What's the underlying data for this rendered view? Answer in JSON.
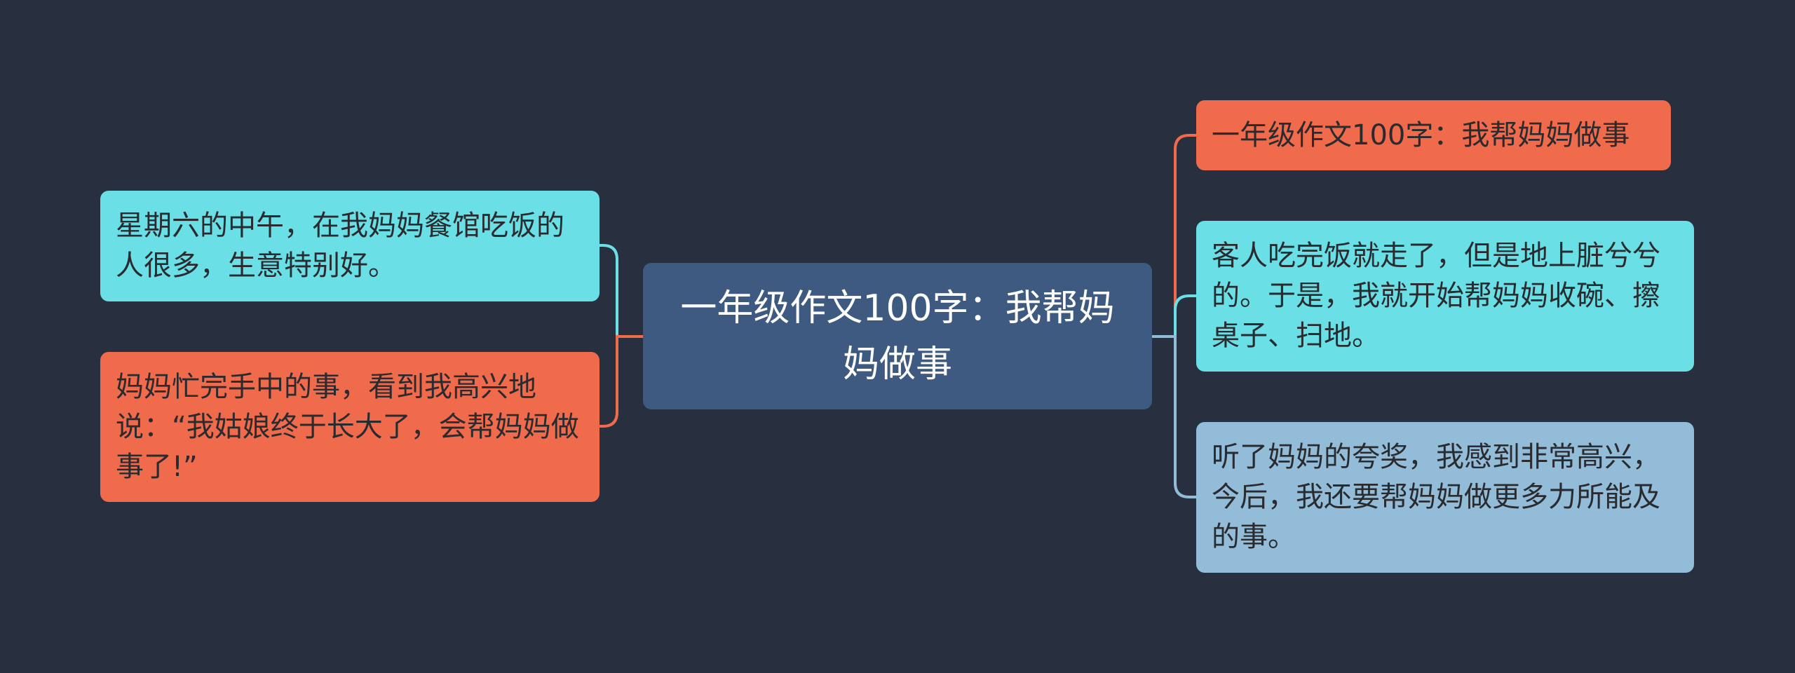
{
  "colors": {
    "background": "#283040",
    "center": "#3e5a80",
    "orange": "#f06a4c",
    "cyan": "#6adfe6",
    "light_blue": "#93bcd8"
  },
  "mindmap": {
    "center": {
      "text": "一年级作文100字：我帮妈妈做事"
    },
    "left": [
      {
        "text": "星期六的中午，在我妈妈餐馆吃饭的人很多，生意特别好。",
        "color": "cyan"
      },
      {
        "text": "妈妈忙完手中的事，看到我高兴地说：“我姑娘终于长大了，会帮妈妈做事了!”",
        "color": "orange"
      }
    ],
    "right": [
      {
        "text": "一年级作文100字：我帮妈妈做事",
        "color": "orange"
      },
      {
        "text": "客人吃完饭就走了，但是地上脏兮兮的。于是，我就开始帮妈妈收碗、擦桌子、扫地。",
        "color": "cyan"
      },
      {
        "text": "听了妈妈的夸奖，我感到非常高兴，今后，我还要帮妈妈做更多力所能及的事。",
        "color": "light_blue"
      }
    ]
  }
}
